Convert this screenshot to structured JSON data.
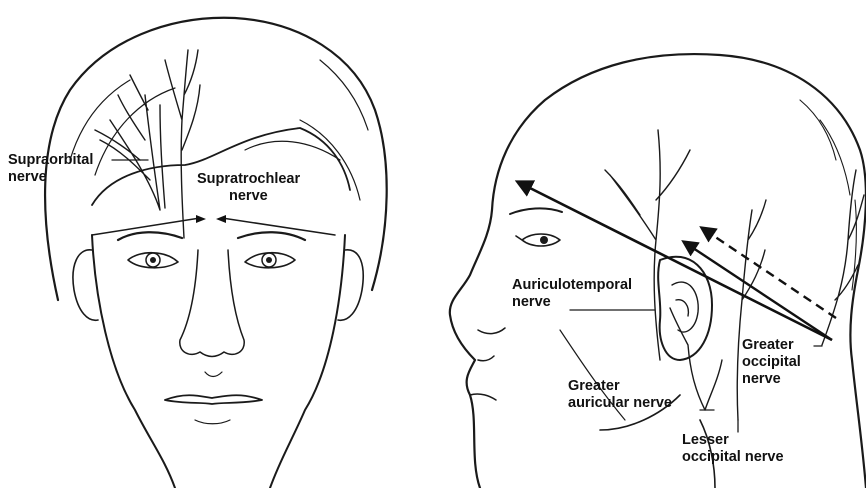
{
  "labels": {
    "supraorbital": [
      "Supraorbital",
      "nerve"
    ],
    "supratrochlear": [
      "Supratrochlear",
      "nerve"
    ],
    "auriculotemporal": [
      "Auriculotemporal",
      "nerve"
    ],
    "greater_occipital": [
      "Greater",
      "occipital",
      "nerve"
    ],
    "greater_auricular": [
      "Greater",
      "auricular nerve"
    ],
    "lesser_occipital": [
      "Lesser",
      "occipital nerve"
    ]
  },
  "colors": {
    "ink": "#1a1a1a",
    "background": "#ffffff"
  }
}
